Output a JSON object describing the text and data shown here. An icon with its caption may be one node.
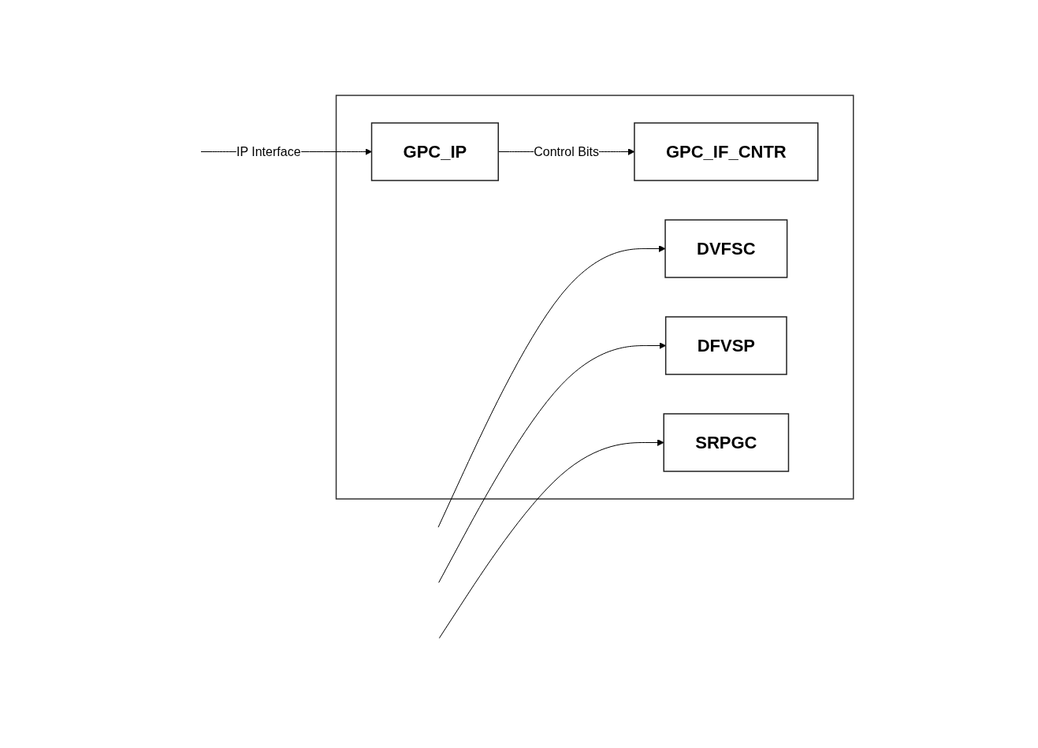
{
  "diagram": {
    "nodes": [
      {
        "text": [],
        "shape": "box"
      },
      {
        "text": [
          "DVFSC"
        ],
        "in": 0
      },
      {
        "text": [
          "DFVSP"
        ],
        "in": 0
      },
      {
        "text": [
          "SRPGC"
        ],
        "in": 0
      },
      {
        "text": [
          "GPC_IF_CNTR"
        ],
        "in": 0
      },
      {
        "text": [
          "GPC_IP"
        ],
        "in": 0
      }
    ],
    "edges": [
      {
        "from": null,
        "to": 5,
        "arrow": "to",
        "label": "IP Interface"
      },
      {
        "from": null,
        "to": 1,
        "arrow": "to"
      },
      {
        "from": null,
        "to": 2,
        "arrow": "to"
      },
      {
        "from": null,
        "to": 3,
        "arrow": "to"
      },
      {
        "from": 5,
        "to": 4,
        "arrow": "to",
        "label": "Control Bits"
      }
    ]
  }
}
